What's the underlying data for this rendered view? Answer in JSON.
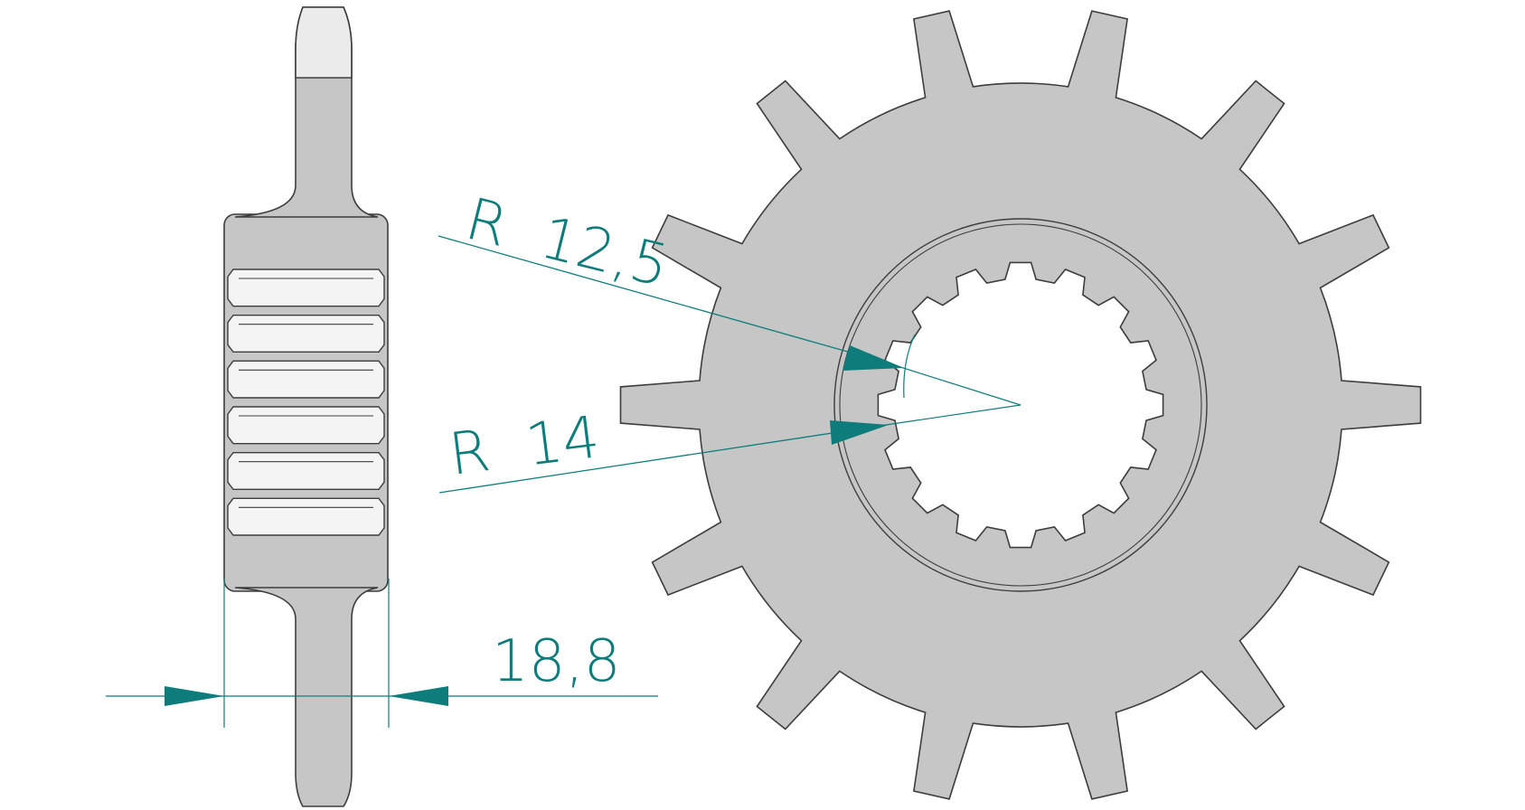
{
  "colors": {
    "background": "#ffffff",
    "part_fill": "#c6c6c6",
    "outline": "#3d3d3d",
    "dimension": "#0f7c7c"
  },
  "sprocket": {
    "teeth_count": 14,
    "spline_count": 16
  },
  "dimensions": {
    "radius_inner": {
      "text": "R  12,5"
    },
    "radius_outer": {
      "text": "R  14"
    },
    "thickness": {
      "text": "18,8"
    }
  }
}
